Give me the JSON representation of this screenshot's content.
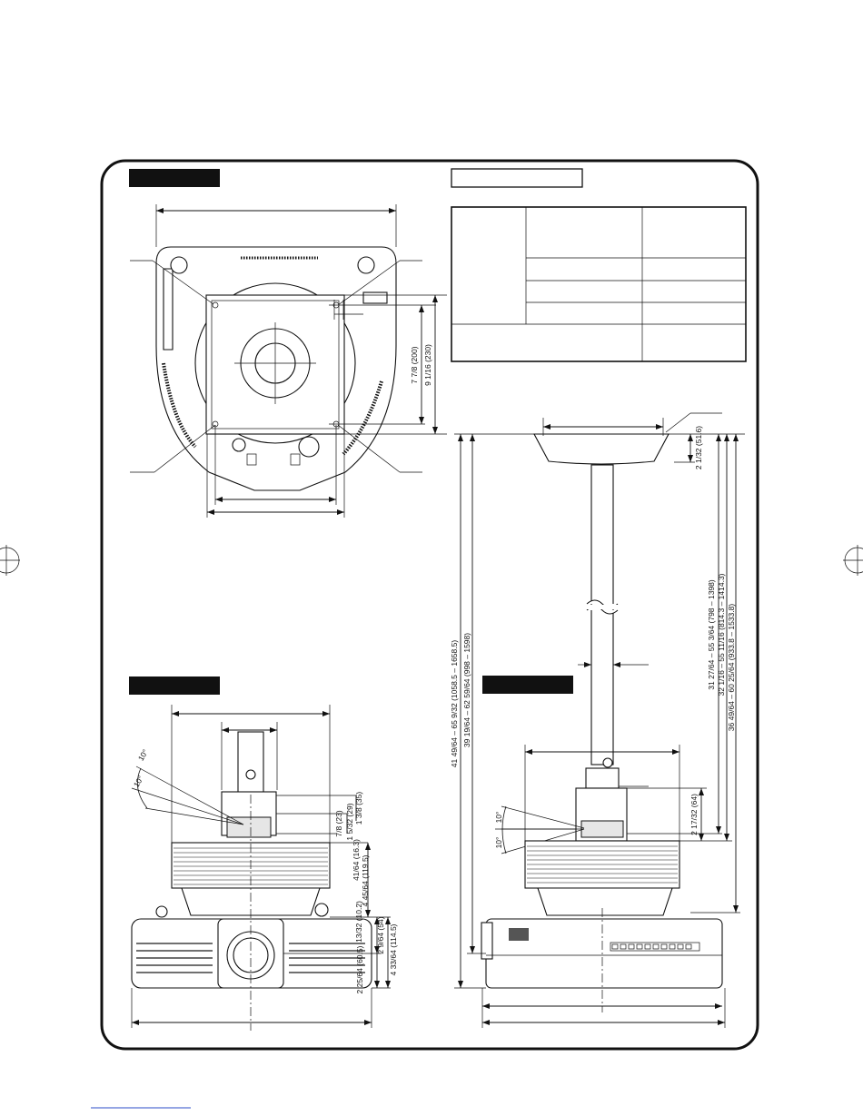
{
  "dimensions": {
    "mount_bolt_pitch_1": "7 7/8 (200)",
    "mount_bolt_pitch_2": "9 1/16 (230)",
    "ceiling_plate_height": "2 1/32 (51.6)",
    "ceiling_to_projector_1": "31 27/64 – 55 3/64 (798 – 1398)",
    "ceiling_to_projector_2": "32 1/16 – 55 11/16 (814.3 – 1414.3)",
    "ceiling_to_projector_3": "36 49/64 – 60 25/64 (933.8 – 1533.8)",
    "ceiling_to_lens_center": "39 19/64 – 62 59/64 (998 – 1598)",
    "ceiling_to_bottom": "41 49/64 – 65 9/32 (1058.5 – 1658.5)",
    "bracket_height": "2 17/32 (64)",
    "tilt_up": "10°",
    "tilt_down": "10°",
    "front_tilt_left": "10°",
    "front_tilt_right": "10°",
    "bracket_offset_a": "1 3/8 (35)",
    "bracket_offset_b": "1 5/32 (29)",
    "bracket_offset_c": "7/8 (23)",
    "adapter_height": "41/64 (16.3)",
    "adapter_depth": "4 45/64 (119.5)",
    "adapter_gap": "13/32 (10.2)",
    "lens_height": "2 9/64 (54)",
    "lens_center_height": "2 25/64 (60.5)",
    "projector_height": "4 33/64 (114.5)"
  }
}
